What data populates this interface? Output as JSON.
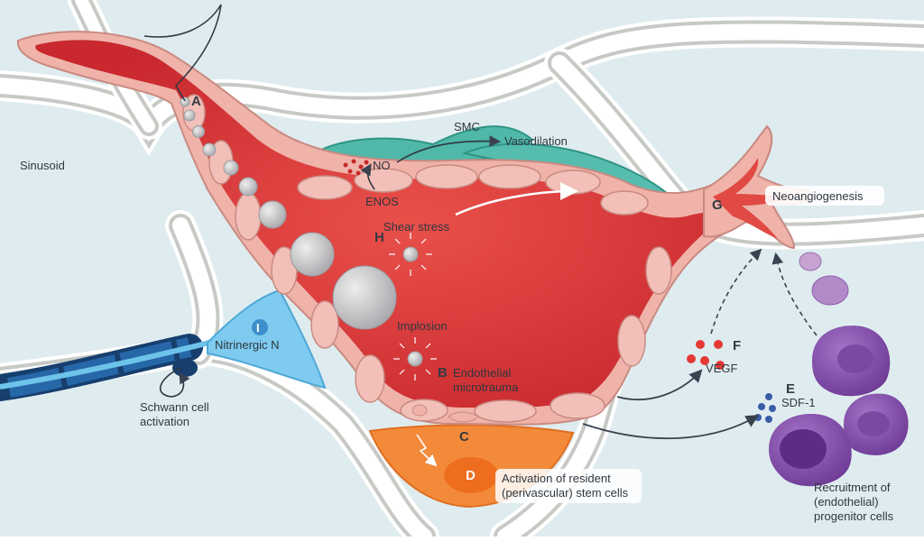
{
  "labels": {
    "sinusoid": "Sinusoid",
    "smc": "SMC",
    "no": "NO",
    "vasodilation": "Vasodilation",
    "enos": "ENOS",
    "shear_stress": "Shear stress",
    "implosion": "Implosion",
    "endothelial_1": "Endothelial",
    "endothelial_2": "microtrauma",
    "nitrinergic": "Nitrinergic N",
    "schwann_1": "Schwann cell",
    "schwann_2": "activation",
    "activation_1": "Activation of resident",
    "activation_2": "(perivascular) stem cells",
    "vegf": "VEGF",
    "sdf1": "SDF-1",
    "neoangiogenesis": "Neoangiogenesis",
    "recruitment_1": "Recruitment of",
    "recruitment_2": "(endothelial)",
    "recruitment_3": "progenitor cells"
  },
  "letters": {
    "a": "A",
    "b": "B",
    "c": "C",
    "d": "D",
    "e": "E",
    "f": "F",
    "g": "G",
    "h": "H",
    "i": "I"
  },
  "colors": {
    "vessel_red": "#d9393b",
    "endothelial_pink": "#efb3aa",
    "smc_teal": "#4fb8a8",
    "nerve_blue": "#1f5d9c",
    "nerve_light": "#7ecbef",
    "stem_orange": "#f28a3a",
    "progenitor_purple": "#8a56b0",
    "sinusoid_bg": "#dfecef",
    "trabecula": "#c7c9c4"
  }
}
